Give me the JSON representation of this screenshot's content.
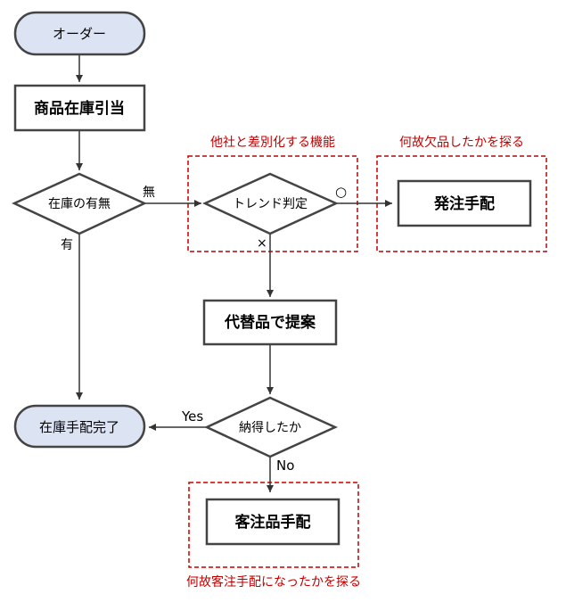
{
  "nodes": {
    "order": "オーダー",
    "allocate": "商品在庫引当",
    "stock_check": "在庫の有無",
    "trend": "トレンド判定",
    "place_order": "発注手配",
    "substitute": "代替品で提案",
    "accepted": "納得したか",
    "complete": "在庫手配完了",
    "customer_order": "客注品手配"
  },
  "edge_labels": {
    "no_stock": "無",
    "has_stock": "有",
    "trend_yes": "○",
    "trend_no": "×",
    "yes": "Yes",
    "no": "No"
  },
  "annotations": {
    "differentiation": "他社と差別化する機能",
    "why_shortage": "何故欠品したかを探る",
    "why_customer_order": "何故客注手配になったかを探る"
  },
  "colors": {
    "terminal_fill": "#dce3f3",
    "annotation_red": "#c00000",
    "line": "#333333"
  }
}
